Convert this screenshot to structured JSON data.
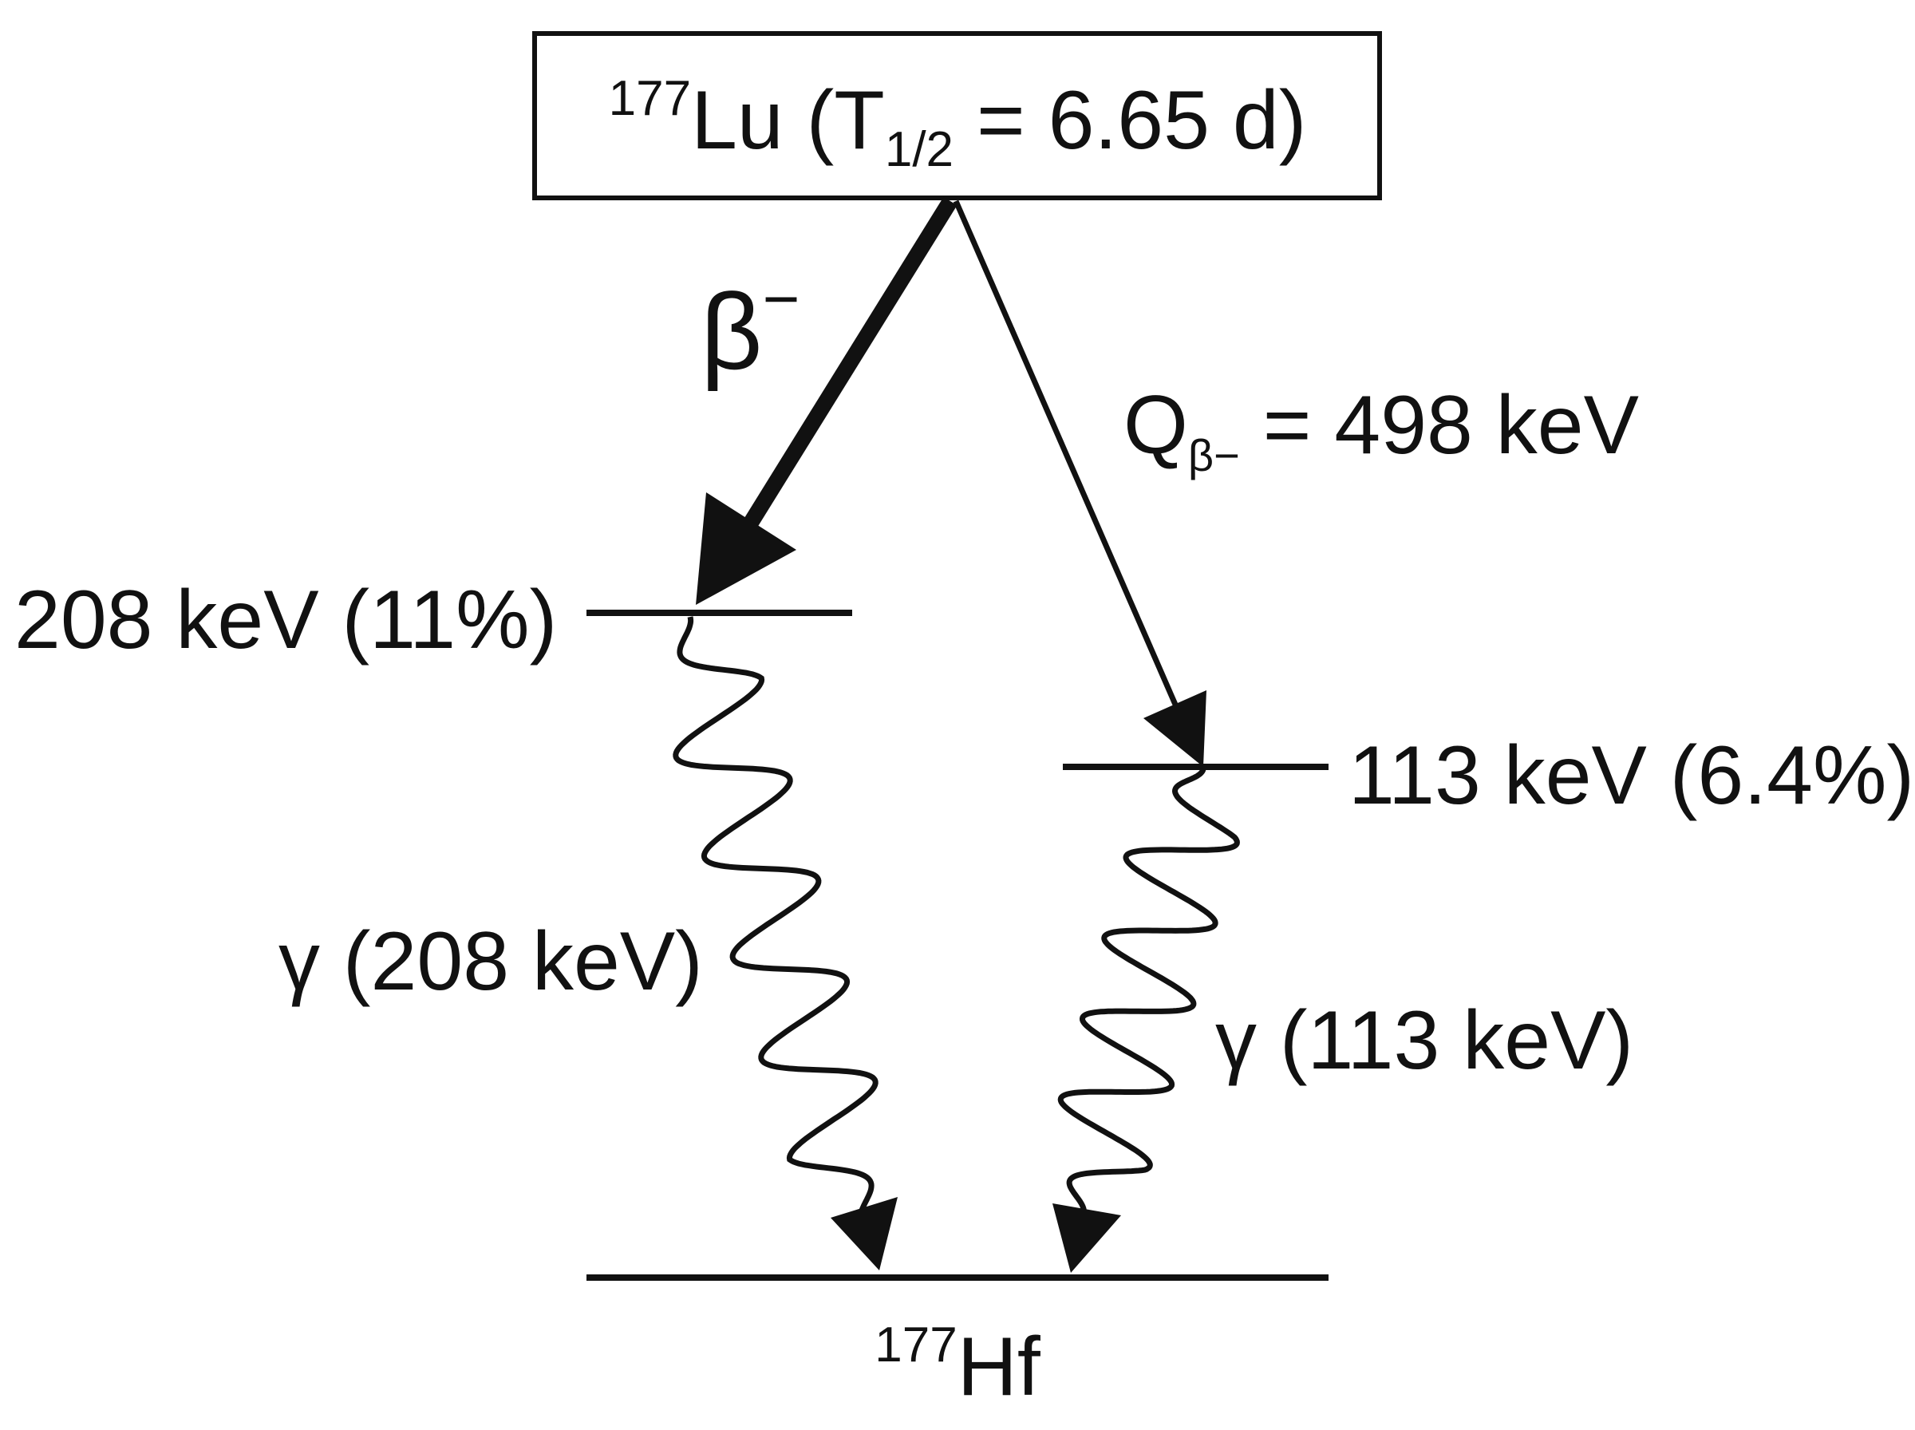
{
  "parent": {
    "mass": "177",
    "symbol": "Lu",
    "halflife_prefix": " (T",
    "halflife_sub": "1/2",
    "halflife_value": " = 6.65 d)"
  },
  "beta_label": {
    "symbol": "β",
    "sup": "−"
  },
  "q_value": {
    "symbol": "Q",
    "sub": "β−",
    "value": " = 498 keV"
  },
  "levels": [
    {
      "label": "208 keV (11%)",
      "energy_keV": 208,
      "branch_percent": 11
    },
    {
      "label": "113 keV (6.4%)",
      "energy_keV": 113,
      "branch_percent": 6.4
    }
  ],
  "gammas": [
    {
      "label": "γ (208 keV)"
    },
    {
      "label": "γ (113 keV)"
    }
  ],
  "daughter": {
    "mass": "177",
    "symbol": "Hf"
  },
  "colors": {
    "ink": "#111111",
    "background": "#ffffff"
  }
}
